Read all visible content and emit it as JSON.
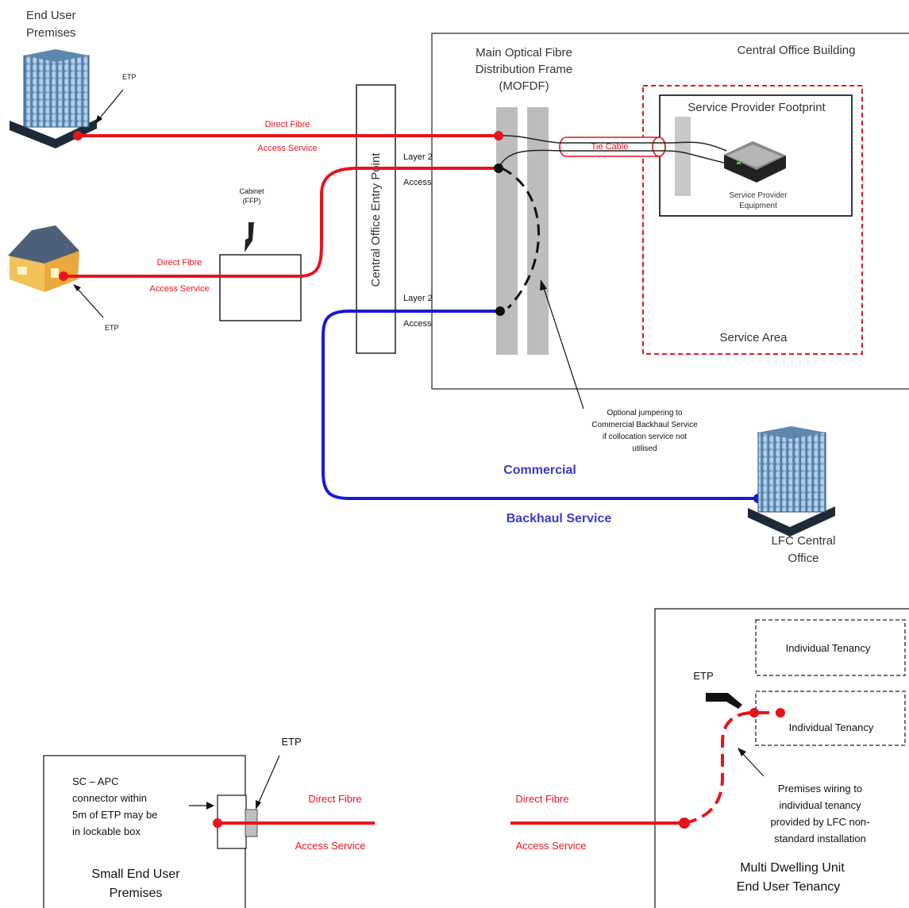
{
  "colors": {
    "fibre_red": "#e8141c",
    "backhaul_blue": "#1a1ad6",
    "label_blue": "#3b3bc8",
    "grey_bar": "#bdbdbd",
    "black": "#111111"
  },
  "icons": [
    "office-building-icon",
    "house-icon",
    "network-equipment-icon"
  ],
  "top": {
    "end_user_premises": [
      "End User",
      "Premises"
    ],
    "etp_office": "ETP",
    "etp_house": "ETP",
    "direct_fibre_1": "Direct Fibre",
    "access_service_1": "Access Service",
    "cabinet": [
      "Cabinet",
      "(FFP)"
    ],
    "direct_fibre_2": "Direct Fibre",
    "access_service_2": "Access Service",
    "central_office_entry_point": "Central Office Entry Point",
    "layer2_top": "Layer 2",
    "access_top": "Access",
    "layer2_bottom": "Layer 2",
    "access_bottom": "Access",
    "mofdf": [
      "Main Optical Fibre",
      "Distribution Frame",
      "(MOFDF)"
    ],
    "central_office_building": "Central Office Building",
    "service_provider_footprint": "Service Provider Footprint",
    "tie_cable": "Tie Cable",
    "service_provider_equipment": [
      "Service Provider",
      "Equipment"
    ],
    "service_area": "Service Area",
    "optional_jumpering": [
      "Optional jumpering to",
      "Commercial Backhaul Service",
      "if collocation service not",
      "utilised"
    ],
    "commercial": "Commercial",
    "backhaul_service": "Backhaul Service",
    "lfc_central_office": [
      "LFC Central",
      "Office"
    ]
  },
  "bottom": {
    "sc_apc": [
      "SC – APC",
      "connector within",
      "5m of ETP may be",
      "in lockable box"
    ],
    "etp_left": "ETP",
    "direct_fibre_left": "Direct Fibre",
    "access_service_left": "Access Service",
    "small_end_user": [
      "Small End User",
      "Premises"
    ],
    "direct_fibre_right": "Direct Fibre",
    "access_service_right": "Access Service",
    "etp_right": "ETP",
    "individual_tenancy_1": "Individual Tenancy",
    "individual_tenancy_2": "Individual Tenancy",
    "premises_wiring": [
      "Premises wiring to",
      "individual tenancy",
      "provided by LFC non-",
      "standard installation"
    ],
    "mdu": [
      "Multi Dwelling Unit",
      "End User Tenancy"
    ]
  }
}
